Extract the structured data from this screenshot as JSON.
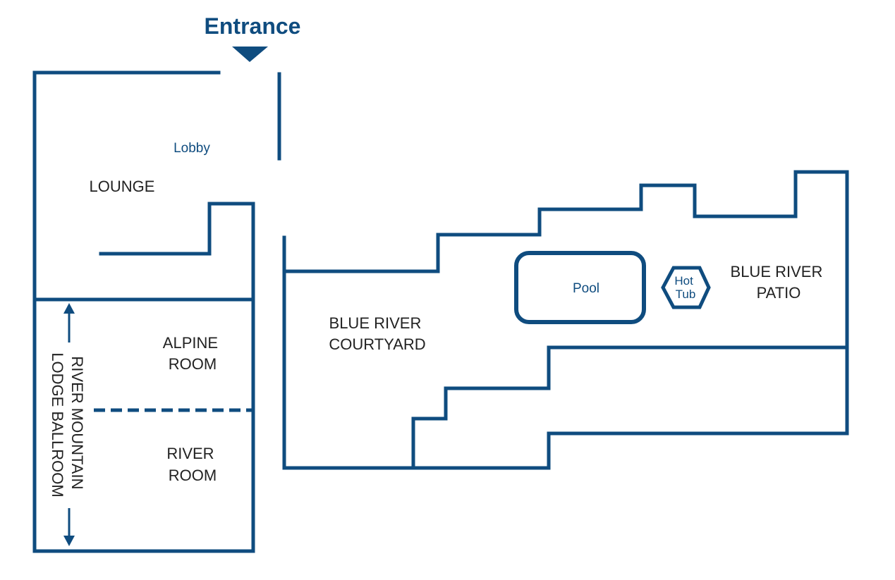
{
  "entrance": {
    "label": "Entrance"
  },
  "rooms": {
    "lobby": "Lobby",
    "lounge": "LOUNGE",
    "alpine_room": [
      "ALPINE",
      "ROOM"
    ],
    "river_room": [
      "RIVER",
      "ROOM"
    ],
    "ballroom": [
      "RIVER MOUNTAIN",
      "LODGE BALLROOM"
    ],
    "courtyard": [
      "BLUE RIVER",
      "COURTYARD"
    ],
    "pool": "Pool",
    "hot_tub": [
      "Hot",
      "Tub"
    ],
    "patio": [
      "BLUE RIVER",
      "PATIO"
    ]
  },
  "colors": {
    "wall": "#0f4c7f",
    "label_text": "#222222"
  }
}
